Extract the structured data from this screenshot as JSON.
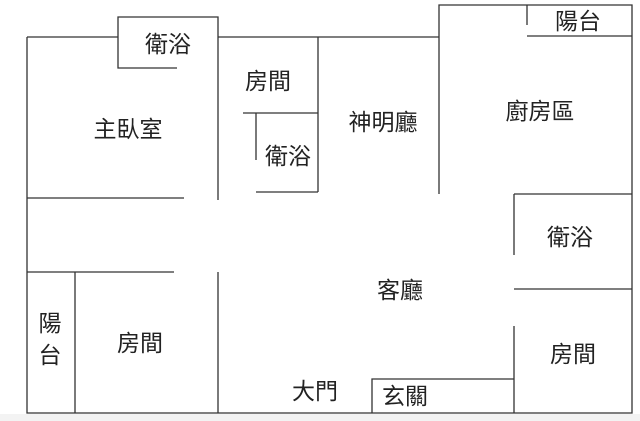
{
  "rooms": {
    "master_bath": "衛浴",
    "master_bedroom": "主臥室",
    "room_top": "房間",
    "bath_middle": "衛浴",
    "shrine_hall": "神明廳",
    "kitchen": "廚房區",
    "balcony_top": "陽台",
    "bath_right": "衛浴",
    "living_room": "客廳",
    "balcony_left_1": "陽",
    "balcony_left_2": "台",
    "room_left": "房間",
    "room_right": "房間",
    "main_door": "大門",
    "entrance": "玄關"
  }
}
